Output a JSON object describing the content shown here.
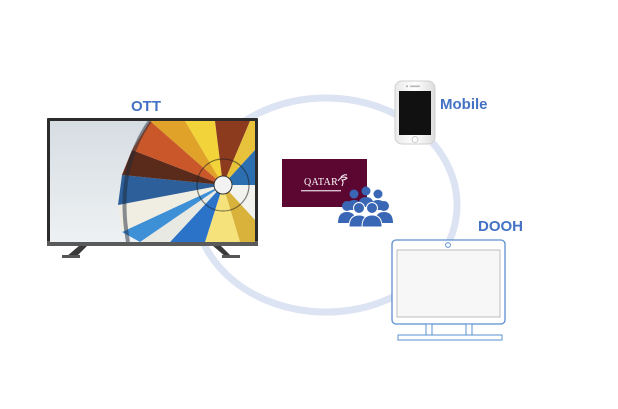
{
  "labels": {
    "ott": "OTT",
    "mobile": "Mobile",
    "dooh": "DOOH"
  },
  "brand": {
    "name": "QATAR",
    "logo_color": "#5C0632",
    "icon": "oryx-logo"
  },
  "icons": {
    "tv": "tv-icon",
    "phone": "smartphone-icon",
    "kiosk": "monitor-icon",
    "audience": "audience-group-icon"
  },
  "colors": {
    "ring": "#DCE3F2",
    "label": "#4472C4",
    "audience": "#3A67B5",
    "monitor_outline": "#5A8FD0"
  }
}
